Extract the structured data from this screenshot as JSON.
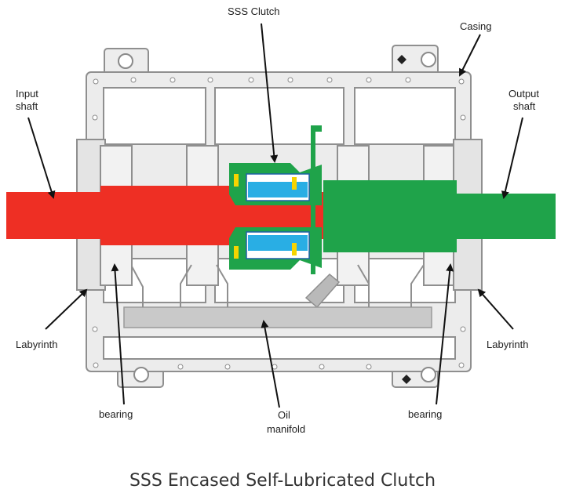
{
  "labels": {
    "sss_clutch": "SSS Clutch",
    "casing": "Casing",
    "input_shaft": [
      "Input",
      "shaft"
    ],
    "output_shaft": [
      "Output",
      "shaft"
    ],
    "labyrinth_left": "Labyrinth",
    "labyrinth_right": "Labyrinth",
    "bearing_left": "bearing",
    "bearing_right": "bearing",
    "oil_manifold": [
      "Oil",
      "manifold"
    ]
  },
  "caption": "SSS Encased Self-Lubricated Clutch",
  "colors": {
    "input_shaft": "#ee2f24",
    "output_shaft": "#1fa34a",
    "casing": "#e9e9e9",
    "clutch_internal": "#29aee4",
    "clutch_accent": "#f5d400",
    "manifold": "#c9c9c9"
  }
}
